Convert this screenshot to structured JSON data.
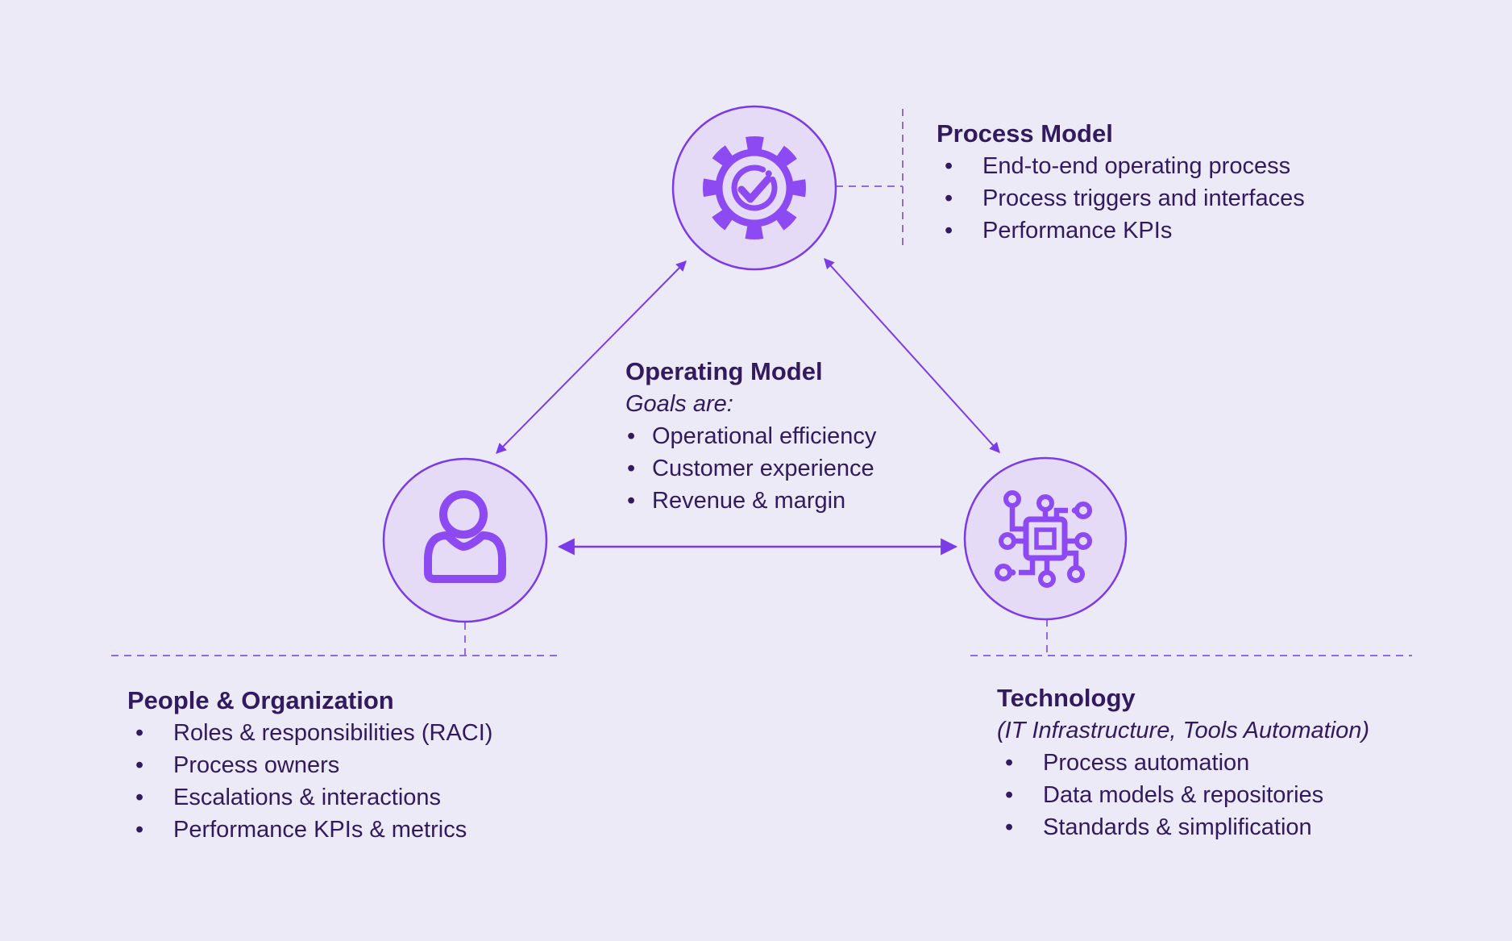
{
  "diagram_title": "Operating Model",
  "bullet_char": "•",
  "colors": {
    "background": "#edeaf7",
    "node_fill": "#e5dbf6",
    "node_stroke": "#7a3ae8",
    "icon_stroke": "#8d49f2",
    "arrow": "#7a3ce8",
    "dashed_line": "#8f6cdb",
    "text": "#311a5e"
  },
  "center": {
    "title": "Operating Model",
    "subtitle": "Goals are:",
    "bullets": [
      "Operational efficiency",
      "Customer experience",
      "Revenue & margin"
    ]
  },
  "process": {
    "title": "Process Model",
    "icon": "gear-check-icon",
    "bullets": [
      "End-to-end operating process",
      "Process triggers and interfaces",
      "Performance KPIs"
    ]
  },
  "people": {
    "title": "People & Organization",
    "icon": "person-icon",
    "bullets": [
      "Roles & responsibilities (RACI)",
      "Process owners",
      "Escalations & interactions",
      "Performance KPIs & metrics"
    ]
  },
  "technology": {
    "title": "Technology",
    "icon": "chip-icon",
    "subtitle": "(IT Infrastructure, Tools Automation)",
    "bullets": [
      "Process automation",
      "Data models & repositories",
      "Standards & simplification"
    ]
  }
}
